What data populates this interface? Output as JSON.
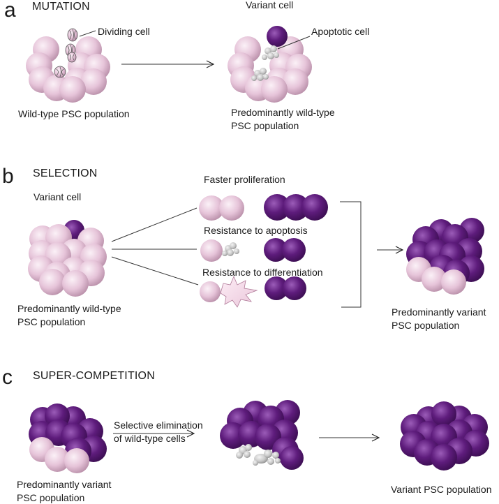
{
  "panels": {
    "a": {
      "letter": "a",
      "title": "MUTATION",
      "label_dividing": "Dividing cell",
      "label_variant": "Variant cell",
      "label_apoptotic": "Apoptotic cell",
      "caption_left": "Wild-type PSC population",
      "caption_right_1": "Predominantly wild-type",
      "caption_right_2": "PSC population"
    },
    "b": {
      "letter": "b",
      "title": "SELECTION",
      "label_variant": "Variant cell",
      "caption_left_1": "Predominantly wild-type",
      "caption_left_2": "PSC population",
      "mech_1": "Faster proliferation",
      "mech_2": "Resistance to apoptosis",
      "mech_3": "Resistance to differentiation",
      "caption_right_1": "Predominantly variant",
      "caption_right_2": "PSC population"
    },
    "c": {
      "letter": "c",
      "title": "SUPER-COMPETITION",
      "arrow_label_1": "Selective elimination",
      "arrow_label_2": "of wild-type cells",
      "caption_left_1": "Predominantly variant",
      "caption_left_2": "PSC population",
      "caption_right": "Variant PSC population"
    }
  },
  "colors": {
    "wild_type": "#e2bfd5",
    "variant": "#5c1a78",
    "apoptotic": "#c4c4c4",
    "text": "#1a1a1a"
  }
}
